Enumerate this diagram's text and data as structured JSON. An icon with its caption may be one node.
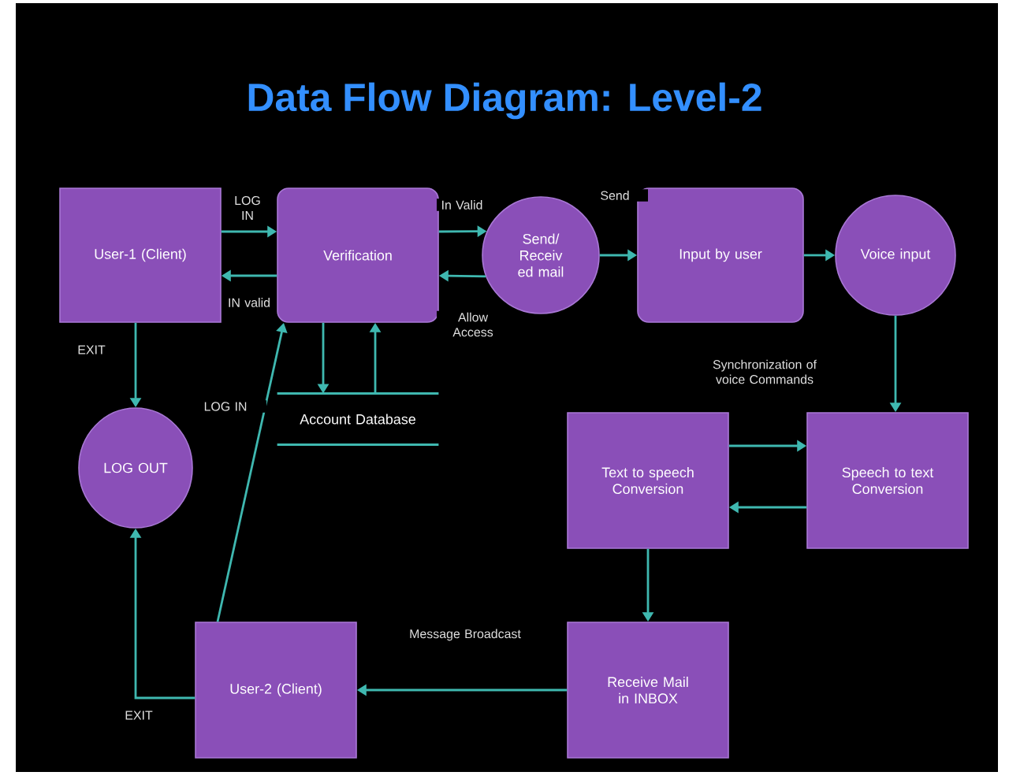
{
  "diagram": {
    "title": "Data Flow Diagram: Level-2",
    "nodes": [
      {
        "text": [
          "User-1 (Client)"
        ]
      },
      {
        "text": [
          "Verification"
        ]
      },
      {
        "text": [
          "Send/ Receiv ed mail"
        ]
      },
      {
        "text": [
          "Input by user"
        ]
      },
      {
        "text": [
          "Voice input"
        ]
      },
      {
        "text": [
          "LOG OUT"
        ]
      },
      {
        "text": [
          "Account Database"
        ]
      },
      {
        "text": [
          "Text to speech Conversion"
        ]
      },
      {
        "text": [
          "Speech to text Conversion"
        ]
      },
      {
        "text": [
          "Receive Mail in INBOX"
        ]
      },
      {
        "text": [
          "User-2 (Client)"
        ]
      }
    ],
    "edges": [
      {
        "from": 0,
        "to": 1,
        "arrow": "to",
        "label": "LOG IN"
      },
      {
        "from": 1,
        "to": 0,
        "arrow": "to",
        "label": "IN valid"
      },
      {
        "from": 1,
        "to": 2,
        "arrow": "to",
        "label": "In Valid"
      },
      {
        "from": 2,
        "to": 1,
        "arrow": "to",
        "label": "Allow Access"
      },
      {
        "from": 2,
        "to": 3,
        "arrow": "to",
        "label": "Send"
      },
      {
        "from": 3,
        "to": 4,
        "arrow": "to"
      },
      {
        "from": 4,
        "to": 8,
        "arrow": "to"
      },
      {
        "from": 7,
        "to": 8,
        "arrow": "to",
        "label": "Synchronization of voice Commands"
      },
      {
        "from": 8,
        "to": 7,
        "arrow": "to"
      },
      {
        "from": 7,
        "to": 9,
        "arrow": "to"
      },
      {
        "from": 9,
        "to": 10,
        "arrow": "to",
        "label": "Message Broadcast"
      },
      {
        "from": 10,
        "to": 5,
        "arrow": "to",
        "label": "EXIT"
      },
      {
        "from": 0,
        "to": 5,
        "arrow": "to",
        "label": "EXIT"
      },
      {
        "from": 1,
        "to": 6,
        "arrow": "to"
      },
      {
        "from": 6,
        "to": 1,
        "arrow": "to"
      },
      {
        "from": 10,
        "to": 1,
        "arrow": "to",
        "label": "LOG IN"
      }
    ]
  }
}
